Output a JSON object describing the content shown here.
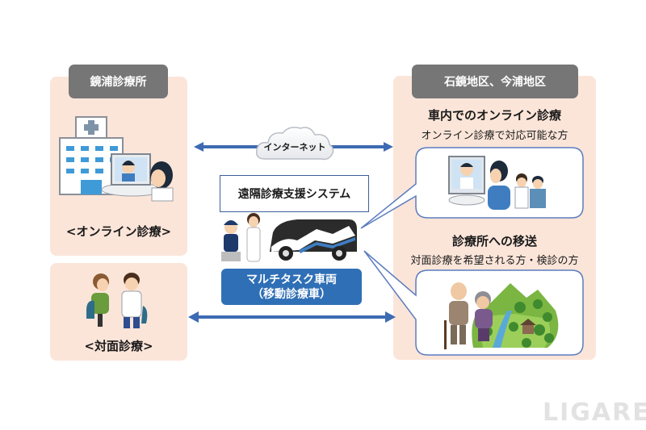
{
  "clinic": {
    "tag": "鏡浦診療所",
    "online_caption": "<オンライン診療>",
    "inperson_caption": "<対面診療>"
  },
  "district": {
    "tag": "石鏡地区、今浦地区",
    "section1": {
      "heading": "車内でのオンライン診療",
      "sub": "オンライン診療で対応可能な方"
    },
    "section2": {
      "heading": "診療所への移送",
      "sub": "対面診療を希望される方・検診の方"
    }
  },
  "center": {
    "cloud_label": "インターネット",
    "system_label": "遠隔診療支援システム",
    "vehicle_line1": "マルチタスク車両",
    "vehicle_line2": "（移動診療車）"
  },
  "colors": {
    "panel": "#fbe5d9",
    "tag": "#767676",
    "arrow": "#3d6bb3",
    "vehicle": "#2f6fb6"
  },
  "watermark": "LIGARE"
}
